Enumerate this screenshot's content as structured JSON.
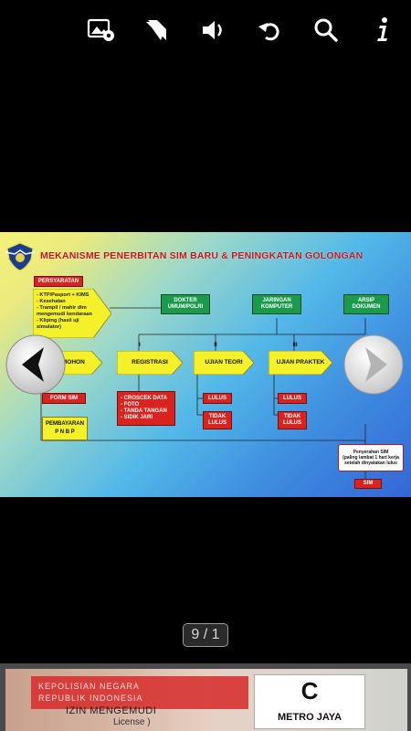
{
  "toolbar": {
    "icons": [
      "image-settings-icon",
      "bookmark-icon",
      "volume-icon",
      "undo-icon",
      "search-icon",
      "info-icon"
    ]
  },
  "slide": {
    "title": "MEKANISME PENERBITAN SIM BARU & PENINGKATAN GOLONGAN",
    "persyaratan": "PERSYARATAN",
    "requirements": [
      "- KTP/Pasport + KIMS",
      "- Kesehatan",
      "- Trampil / mahir dlm",
      "  mengemudi kendaraan",
      "- Kliping (hasil uji",
      "  simulator)"
    ],
    "pemohon": "PEMOHON",
    "form_sim": "FORM SIM",
    "pembayaran": "PEMBAYARAN",
    "pnbp": "P N B P",
    "dokter": "DOKTER UMUM/POLRI",
    "jaringan": "JARINGAN KOMPUTER",
    "arsip": "ARSIP DOKUMEN",
    "roman1": "I",
    "roman2": "II",
    "roman3": "III",
    "registrasi": "REGISTRASI",
    "registrasi_items": [
      "- CROSCEK DATA",
      "- FOTO",
      "- TANDA TANGAN",
      "- SIDIK JARI"
    ],
    "ujian_teori": "UJIAN TEORI",
    "ujian_praktek": "UJIAN PRAKTEK",
    "lulus": "LULUS",
    "tidak_lulus": "TIDAK LULUS",
    "penyerahan_title": "Penyerahan SIM",
    "penyerahan_note": "(paling lambat 1 hari kerja setelah dinyatakan lulus",
    "sim": "SIM"
  },
  "counter": "9 / 1",
  "thumbnail": {
    "line1": "KEPOLISIAN NEGARA",
    "line2": "REPUBLIK INDONESIA",
    "line3": "IZIN MENGEMUDI",
    "line4": "License )",
    "class_letter": "C",
    "region": "METRO JAYA"
  },
  "colors": {
    "title": "#c01616",
    "red_box": "#d9231f",
    "green_box": "#1a9a4a",
    "yellow_box": "#f4f02a"
  }
}
